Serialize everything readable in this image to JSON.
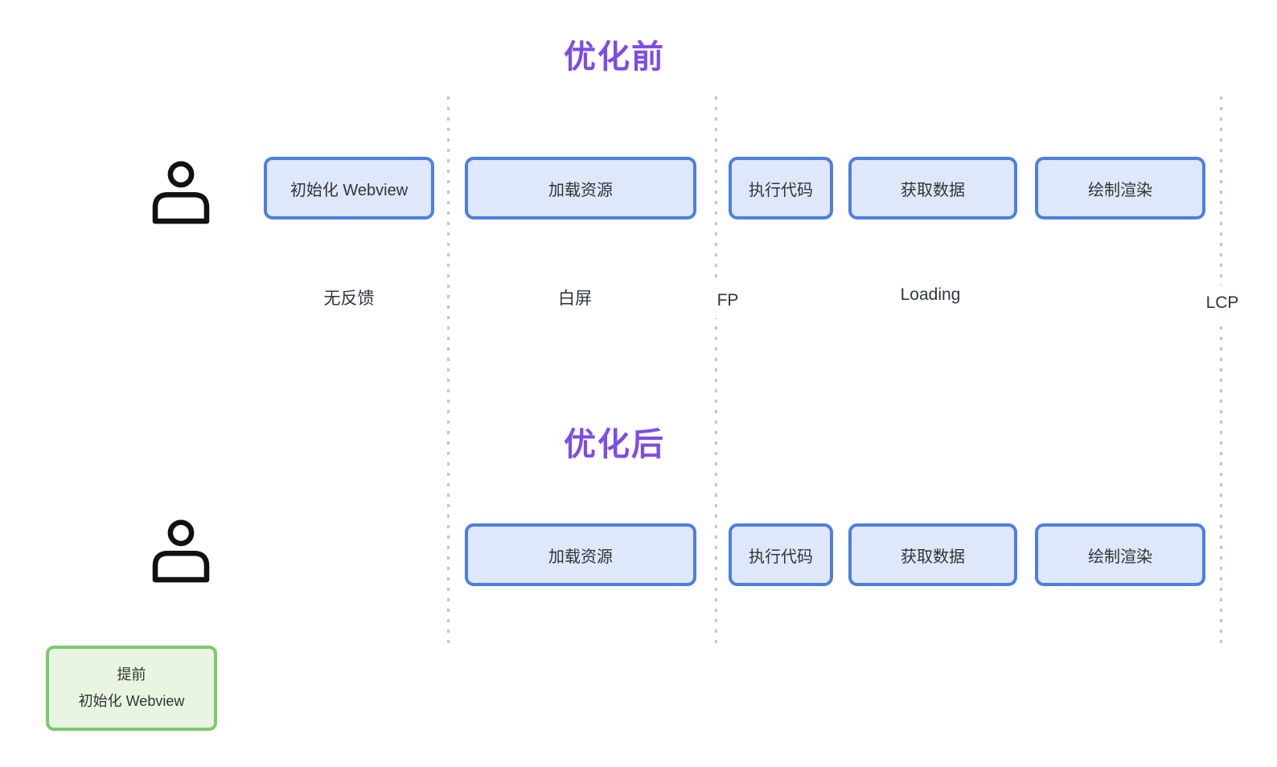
{
  "titles": {
    "before": "优化前",
    "after": "优化后"
  },
  "before": {
    "boxes": [
      {
        "label": "初始化 Webview"
      },
      {
        "label": "加载资源"
      },
      {
        "label": "执行代码"
      },
      {
        "label": "获取数据"
      },
      {
        "label": "绘制渲染"
      }
    ],
    "phase_labels": [
      {
        "label": "无反馈"
      },
      {
        "label": "白屏"
      },
      {
        "label": "FP"
      },
      {
        "label": "Loading"
      },
      {
        "label": "LCP"
      }
    ]
  },
  "after": {
    "boxes": [
      {
        "label": "加载资源"
      },
      {
        "label": "执行代码"
      },
      {
        "label": "获取数据"
      },
      {
        "label": "绘制渲染"
      }
    ],
    "pre_init_box": {
      "line1": "提前",
      "line2": "初始化 Webview"
    }
  },
  "icons": {
    "user": "person-icon"
  },
  "colors": {
    "accent_purple": "#7c4de6",
    "stage_box_border": "#4d7fe3",
    "stage_box_fill": "#dfe7fb",
    "pre_init_border": "#7dc96e",
    "pre_init_fill": "#e7f5e1",
    "text": "#333333",
    "divider_dots": "#c4c4c4"
  }
}
